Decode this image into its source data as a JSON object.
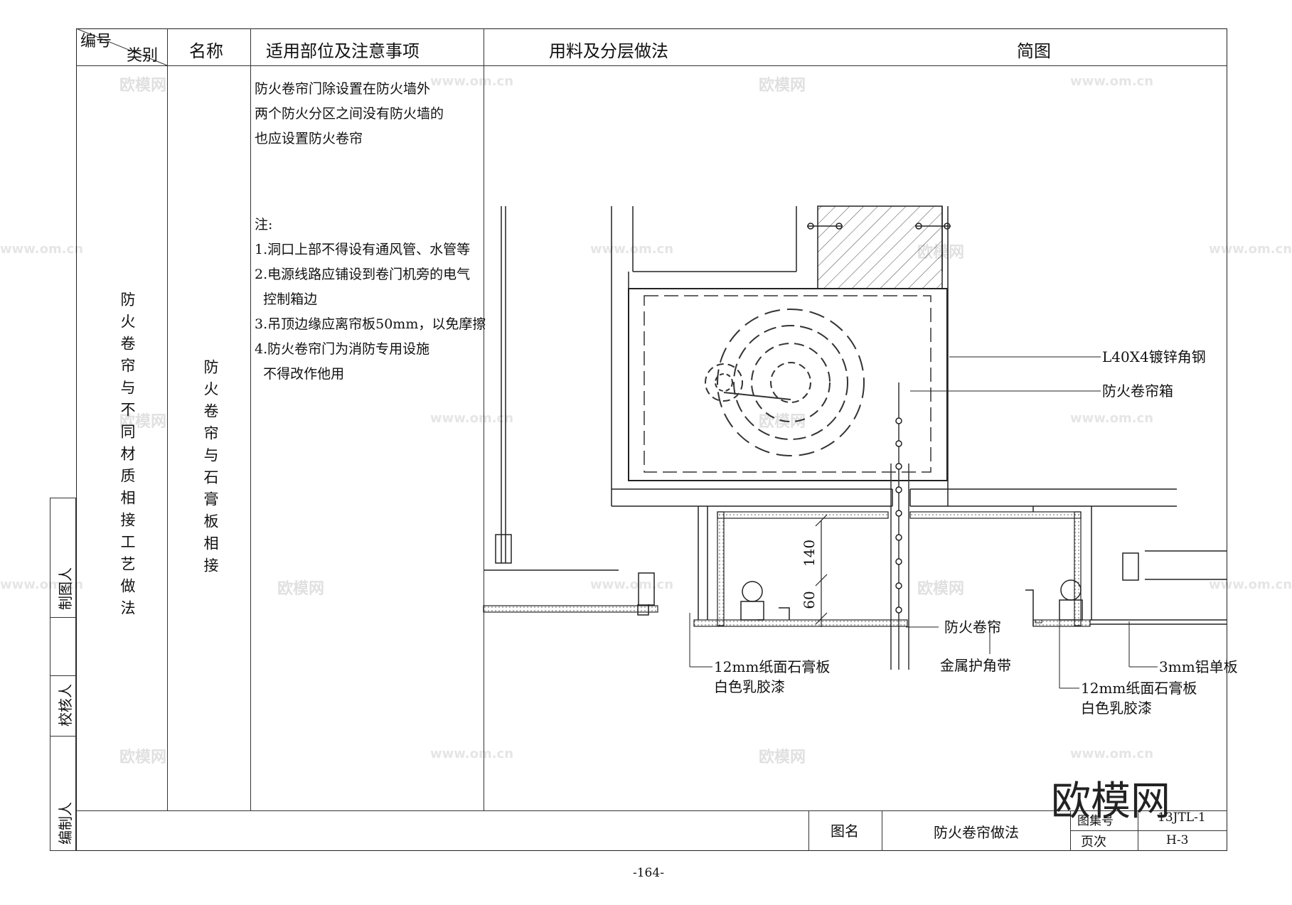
{
  "header": {
    "number_label": "编号",
    "category_label": "类别",
    "name_label": "名称",
    "scope_label": "适用部位及注意事项",
    "materials_label": "用料及分层做法",
    "diagram_label": "简图"
  },
  "category": "防火卷帘与不同材质相接工艺做法",
  "name": "防火卷帘与石膏板相接",
  "notes": {
    "intro_1": "防火卷帘门除设置在防火墙外",
    "intro_2": "两个防火分区之间没有防火墙的",
    "intro_3": "也应设置防火卷帘",
    "note_title": "注:",
    "item_1": "1.洞口上部不得设有通风管、水管等",
    "item_2a": "2.电源线路应铺设到卷门机旁的电气",
    "item_2b": "  控制箱边",
    "item_3": "3.吊顶边缘应离帘板50mm，以免摩擦",
    "item_4a": "4.防火卷帘门为消防专用设施",
    "item_4b": "  不得改作他用"
  },
  "signatures": {
    "drafter": "制图人",
    "checker": "校核人",
    "compiler": "编制人"
  },
  "title_block": {
    "drawing_name_label": "图名",
    "drawing_name": "防火卷帘做法",
    "atlas_no_label": "图集号",
    "atlas_no": "13JTL-1",
    "page_label": "页次",
    "page": "H-3"
  },
  "diagram": {
    "label_angle_steel": "L40X4镀锌角钢",
    "label_box": "防火卷帘箱",
    "label_curtain": "防火卷帘",
    "label_corner": "金属护角带",
    "label_alu": "3mm铝单板",
    "label_gyp_left_1": "12mm纸面石膏板",
    "label_gyp_left_2": "白色乳胶漆",
    "label_gyp_right_1": "12mm纸面石膏板",
    "label_gyp_right_2": "白色乳胶漆",
    "dim_140": "140",
    "dim_60": "60"
  },
  "page_number": "-164-",
  "watermark": {
    "brand": "欧模网",
    "url": "www.om.cn"
  }
}
